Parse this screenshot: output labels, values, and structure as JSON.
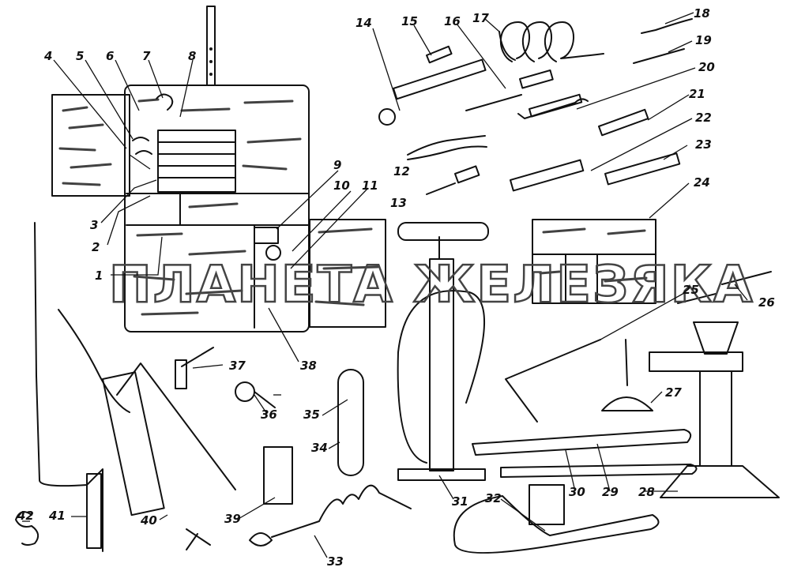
{
  "watermark": "ПЛАНЕТА ЖЕЛЕЗЯКА",
  "callouts": [
    "1",
    "2",
    "3",
    "4",
    "5",
    "6",
    "7",
    "8",
    "9",
    "10",
    "11",
    "12",
    "13",
    "14",
    "15",
    "16",
    "17",
    "18",
    "19",
    "20",
    "21",
    "22",
    "23",
    "24",
    "25",
    "26",
    "27",
    "28",
    "29",
    "30",
    "31",
    "32",
    "33",
    "34",
    "35",
    "36",
    "37",
    "38",
    "39",
    "40",
    "41",
    "42"
  ]
}
